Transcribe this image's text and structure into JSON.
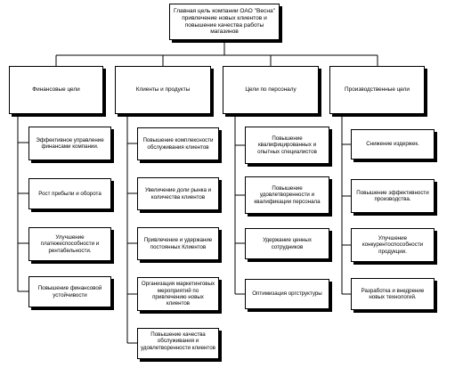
{
  "root": "Главная цель компании ОАО \"Весна\" привлечение новых клиентов и повышение качества работы магазинов",
  "categories": [
    {
      "title": "Финансовые цели",
      "items": [
        "Эффективное управление финансами компании.",
        "Рост прибыли и оборота",
        "Улучшение платежеспособности и рентабельности.",
        "Повышение финансовой устойчивости"
      ]
    },
    {
      "title": "Клиенты и продукты",
      "items": [
        "Повышение комплексности обслуживания клиентов",
        "Увеличение доли рынка и количества клиентов",
        "Привлечение и удержание постоянных Клиентов",
        "Организация маркетинговых мероприятий по привлечению новых клиентов",
        "Повышение качества обслуживания и удовлетворенности клиентов"
      ]
    },
    {
      "title": "Цели по персоналу",
      "items": [
        "Повышение квалифицированных и опытных специалистов",
        "Повышение удовлетворенности и квалификации персонала",
        "Удержание ценных сотрудников",
        "Оптимизация оргструктуры"
      ]
    },
    {
      "title": "Производственные цели",
      "items": [
        "Снижение издержек.",
        "Повышение эффективности производства.",
        "Улучшение конкурентоспособности продукции.",
        "Разработка и внедрение новых технологий."
      ]
    }
  ]
}
